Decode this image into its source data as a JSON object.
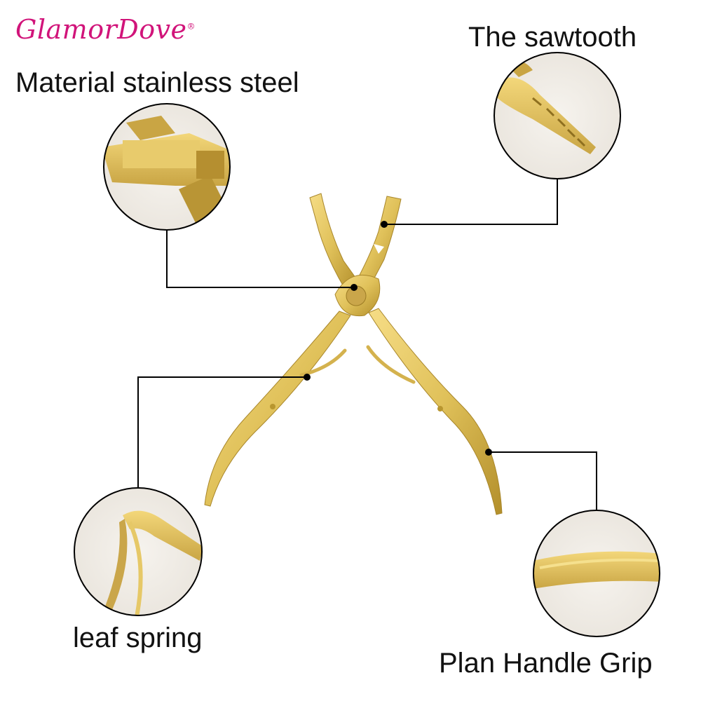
{
  "brand": {
    "name": "GlamorDove",
    "mark": "®"
  },
  "callouts": {
    "material": "Material stainless steel",
    "sawtooth": "The sawtooth",
    "leaf_spring": "leaf spring",
    "handle_grip": "Plan Handle Grip"
  },
  "colors": {
    "brand": "#d1147a",
    "gold": "#e0c15a",
    "gold_dark": "#b38f2b",
    "line": "#000000"
  }
}
